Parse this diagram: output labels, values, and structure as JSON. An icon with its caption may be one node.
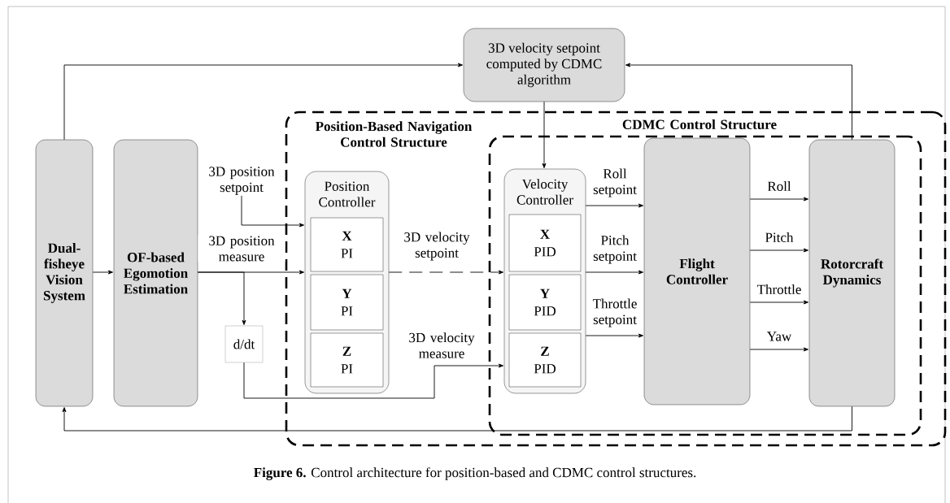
{
  "diagram": {
    "caption": "**Figure 6.** Control architecture for position-based and CDMC control structures.",
    "nodes": [
      {
        "text": [
          "Dual-fisheye Vision System"
        ]
      },
      {
        "text": [
          "OF-based Egomotion Estimation"
        ]
      },
      {
        "text": [
          "3D velocity setpoint computed by CDMC algorithm"
        ]
      },
      {
        "text": [
          "Position-Based Navigation Control Structure"
        ]
      },
      {
        "text": [
          "CDMC Control Structure"
        ],
        "in": 3
      },
      {
        "text": [
          "Position Controller"
        ],
        "in": 3
      },
      {
        "text": [
          "X",
          "PI"
        ],
        "in": 5
      },
      {
        "text": [
          "Y",
          "PI"
        ],
        "in": 5
      },
      {
        "text": [
          "Z",
          "PI"
        ],
        "in": 5
      },
      {
        "text": [
          "Velocity Controller"
        ],
        "in": 4
      },
      {
        "text": [
          "X",
          "PID"
        ],
        "in": 9
      },
      {
        "text": [
          "Y",
          "PID"
        ],
        "in": 9
      },
      {
        "text": [
          "Z",
          "PID"
        ],
        "in": 9
      },
      {
        "text": [
          "Flight Controller"
        ],
        "in": 4
      },
      {
        "text": [
          "Rotorcraft Dynamics"
        ],
        "in": 4
      },
      {
        "text": [
          "d/dt"
        ]
      },
      {
        "text": [
          "3D position setpoint"
        ]
      }
    ],
    "edges": [
      {
        "from": 0,
        "to": 1,
        "arrow": "to"
      },
      {
        "from": 0,
        "to": 2,
        "arrow": "to"
      },
      {
        "from": 14,
        "to": 2,
        "arrow": "to"
      },
      {
        "from": 2,
        "to": 9,
        "arrow": "to"
      },
      {
        "from": 16,
        "to": 5,
        "arrow": "to"
      },
      {
        "from": 1,
        "to": 5,
        "arrow": "to",
        "label": "3D position measure"
      },
      {
        "from": 1,
        "to": 15,
        "arrow": "to"
      },
      {
        "from": 15,
        "to": 9,
        "arrow": "to",
        "label": "3D velocity measure"
      },
      {
        "from": 5,
        "to": 9,
        "arrow": "to",
        "label": "3D velocity setpoint",
        "style": "dashed"
      },
      {
        "from": 9,
        "to": 13,
        "arrow": "to",
        "label": "Roll setpoint"
      },
      {
        "from": 9,
        "to": 13,
        "arrow": "to",
        "label": "Pitch setpoint"
      },
      {
        "from": 9,
        "to": 13,
        "arrow": "to",
        "label": "Throttle setpoint"
      },
      {
        "from": 13,
        "to": 14,
        "arrow": "to",
        "label": "Roll"
      },
      {
        "from": 13,
        "to": 14,
        "arrow": "to",
        "label": "Pitch"
      },
      {
        "from": 13,
        "to": 14,
        "arrow": "to",
        "label": "Throttle"
      },
      {
        "from": 13,
        "to": 14,
        "arrow": "to",
        "label": "Yaw"
      },
      {
        "from": 14,
        "to": 0,
        "arrow": "to"
      }
    ]
  }
}
